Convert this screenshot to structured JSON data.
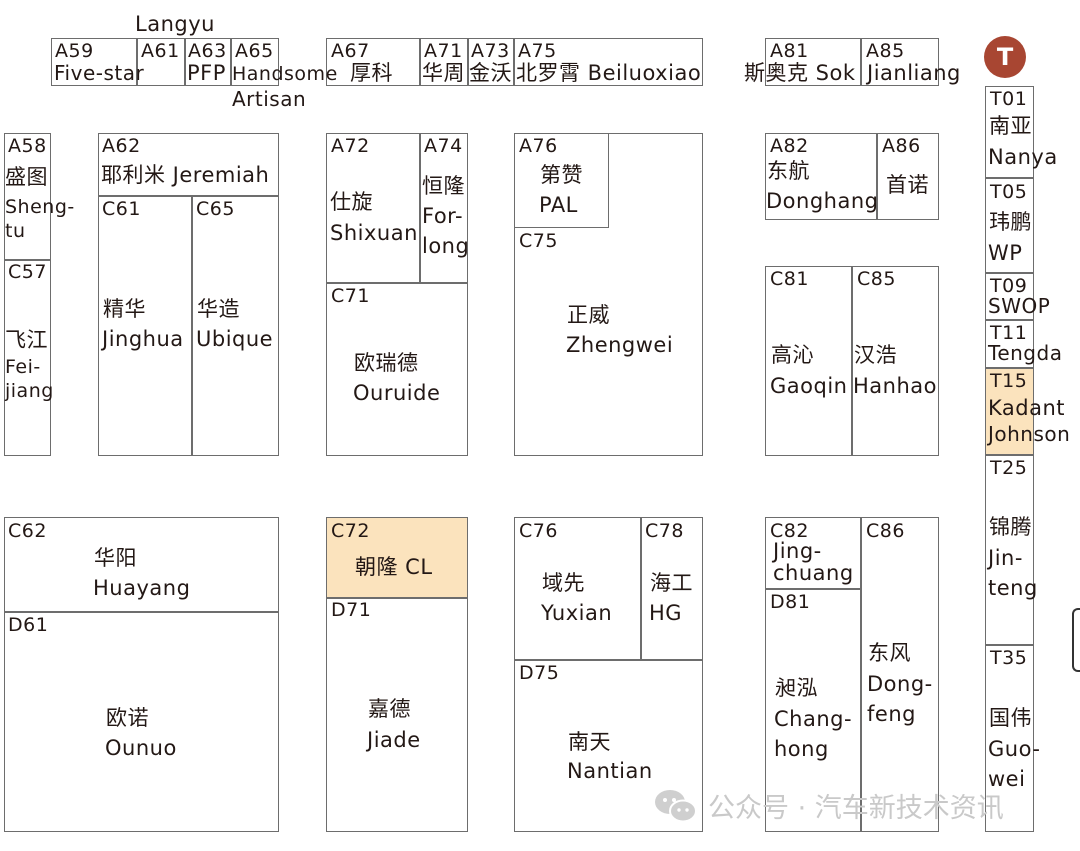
{
  "top_labels": {
    "langyu": "Langyu",
    "artisan": "Artisan"
  },
  "badge": "T",
  "booths": {
    "a59": "A59",
    "a59_name": "Five-star",
    "a61": "A61",
    "a63": "A63",
    "a63_name": "PFP",
    "a65": "A65",
    "a65_name": "Handsome",
    "a67": "A67",
    "a67_name": "厚科",
    "a71": "A71",
    "a71_name": "华周",
    "a73": "A73",
    "a73_name": "金沃",
    "a75": "A75",
    "a75_name": "北罗霄 Beiluoxiao",
    "a81": "A81",
    "a81_name": "斯奥克 Sok",
    "a85": "A85",
    "a85_name": "Jianliang",
    "a58": "A58",
    "a58_cn": "盛图",
    "a58_en1": "Sheng-",
    "a58_en2": "tu",
    "c57": "C57",
    "c57_cn": "飞江",
    "c57_en1": "Fei-",
    "c57_en2": "jiang",
    "a62": "A62",
    "a62_name": "耶利米 Jeremiah",
    "c61": "C61",
    "c61_cn": "精华",
    "c61_en": "Jinghua",
    "c65": "C65",
    "c65_cn": "华造",
    "c65_en": "Ubique",
    "a72": "A72",
    "a72_cn": "仕旋",
    "a72_en": "Shixuan",
    "a74": "A74",
    "a74_cn": "恒隆",
    "a74_en1": "For-",
    "a74_en2": "long",
    "c71": "C71",
    "c71_cn": "欧瑞德",
    "c71_en": "Ouruide",
    "a76": "A76",
    "a76_cn": "第赞",
    "a76_en": "PAL",
    "c75": "C75",
    "c75_cn": "正威",
    "c75_en": "Zhengwei",
    "a82": "A82",
    "a82_cn": "东航",
    "a82_en": "Donghang",
    "a86": "A86",
    "a86_cn": "首诺",
    "c81": "C81",
    "c81_cn": "高沁",
    "c81_en": "Gaoqin",
    "c85": "C85",
    "c85_cn": "汉浩",
    "c85_en": "Hanhao",
    "t01": "T01",
    "t01_cn": "南亚",
    "t01_en": "Nanya",
    "t05": "T05",
    "t05_cn": "玮鹏",
    "t05_en": "WP",
    "t09": "T09",
    "t09_en": "SWOP",
    "t11": "T11",
    "t11_en": "Tengda",
    "t15": "T15",
    "t15_en1": "Kadant",
    "t15_en2": "Johnson",
    "t25": "T25",
    "t25_cn": "锦腾",
    "t25_en1": "Jin-",
    "t25_en2": "teng",
    "t35": "T35",
    "t35_cn": "国伟",
    "t35_en1": "Guo-",
    "t35_en2": "wei",
    "c62": "C62",
    "c62_cn": "华阳",
    "c62_en": "Huayang",
    "d61": "D61",
    "d61_cn": "欧诺",
    "d61_en": "Ounuo",
    "c72": "C72",
    "c72_name": "朝隆 CL",
    "d71": "D71",
    "d71_cn": "嘉德",
    "d71_en": "Jiade",
    "c76": "C76",
    "c76_cn": "域先",
    "c76_en": "Yuxian",
    "c78": "C78",
    "c78_cn": "海工",
    "c78_en": "HG",
    "d75": "D75",
    "d75_cn": "南天",
    "d75_en": "Nantian",
    "c82": "C82",
    "c82_en1": "Jing-",
    "c82_en2": "chuang",
    "d81": "D81",
    "d81_cn": "昶泓",
    "d81_en1": "Chang-",
    "d81_en2": "hong",
    "c86": "C86",
    "c86_cn": "东风",
    "c86_en1": "Dong-",
    "c86_en2": "feng"
  },
  "colors": {
    "highlight": "#fbe3bd",
    "badge": "#a84632",
    "border": "#6d6d6d"
  },
  "watermark": "公众号 · 汽车新技术资讯"
}
